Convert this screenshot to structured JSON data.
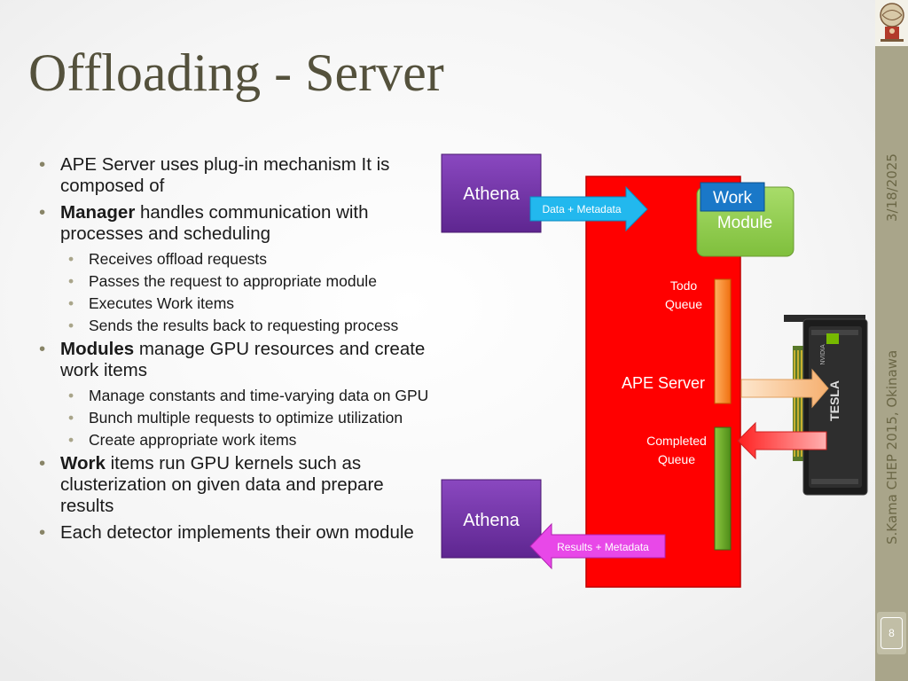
{
  "slide": {
    "title": "Offloading - Server",
    "date": "3/18/2025",
    "author": "S.Kama CHEP 2015, Okinawa",
    "page_number": "8"
  },
  "bullets": [
    {
      "level": 1,
      "bold": "",
      "text": "APE Server uses plug-in mechanism It is composed of"
    },
    {
      "level": 1,
      "bold": "Manager",
      "text": " handles communication with processes and scheduling"
    },
    {
      "level": 2,
      "bold": "",
      "text": "Receives offload requests"
    },
    {
      "level": 2,
      "bold": "",
      "text": "Passes the request to appropriate module"
    },
    {
      "level": 2,
      "bold": "",
      "text": "Executes Work items"
    },
    {
      "level": 2,
      "bold": "",
      "text": "Sends the results back to requesting process"
    },
    {
      "level": 1,
      "bold": "Modules",
      "text": " manage GPU resources and create work items"
    },
    {
      "level": 2,
      "bold": "",
      "text": "Manage constants and time-varying data on GPU"
    },
    {
      "level": 2,
      "bold": "",
      "text": "Bunch multiple requests to optimize utilization"
    },
    {
      "level": 2,
      "bold": "",
      "text": "Create appropriate work items"
    },
    {
      "level": 1,
      "bold": "Work",
      "text": " items run GPU kernels such as clusterization on given data and prepare results"
    },
    {
      "level": 1,
      "bold": "",
      "text": "Each detector implements their own module"
    }
  ],
  "diagram": {
    "athena_top": "Athena",
    "athena_bottom": "Athena",
    "data_arrow": "Data + Metadata",
    "results_arrow": "Results + Metadata",
    "work_label": "Work",
    "module_label": "Module",
    "todo_line1": "Todo",
    "todo_line2": "Queue",
    "server_label": "APE Server",
    "completed_line1": "Completed",
    "completed_line2": "Queue",
    "gpu_brand": "TESLA",
    "gpu_vendor": "NVIDIA",
    "colors": {
      "athena": "#7030a0",
      "server": "#ff0000",
      "module": "#92d050",
      "work": "#0070c0",
      "data_arrow": "#00b0f0",
      "results_arrow": "#e040e0",
      "todo_queue": "#ff8c1a",
      "completed_queue": "#66aa22"
    }
  }
}
